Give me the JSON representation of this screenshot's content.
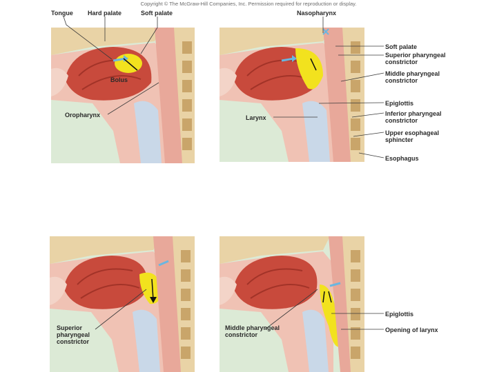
{
  "copyright": "Copyright © The McGraw-Hill Companies, Inc. Permission required for reproduction or display.",
  "panel1": {
    "tongue": "Tongue",
    "hard_palate": "Hard palate",
    "soft_palate": "Soft palate",
    "bolus": "Bolus",
    "oropharynx": "Oropharynx"
  },
  "panel2": {
    "nasopharynx": "Nasopharynx",
    "larynx": "Larynx",
    "soft_palate": "Soft palate",
    "superior_pharyngeal_constrictor": "Superior pharyngeal constrictor",
    "middle_pharyngeal_constrictor": "Middle pharyngeal constrictor",
    "epiglottis": "Epiglottis",
    "inferior_pharyngeal_constrictor": "Inferior pharyngeal constrictor",
    "upper_esophageal_sphincter": "Upper esophageal sphincter",
    "esophagus": "Esophagus"
  },
  "panel3": {
    "superior_pharyngeal_constrictor": "Superior pharyngeal constrictor"
  },
  "panel4": {
    "middle_pharyngeal_constrictor": "Middle pharyngeal constrictor",
    "epiglottis": "Epiglottis",
    "opening_of_larynx": "Opening of larynx"
  },
  "colors": {
    "background": "#dcead6",
    "tongue": "#c84a3c",
    "bolus": "#f2e21e",
    "tissue": "#e8a89a",
    "bone": "#e9d3a6",
    "cartilage": "#c9d8e8",
    "arrow": "#6ab6e0"
  }
}
